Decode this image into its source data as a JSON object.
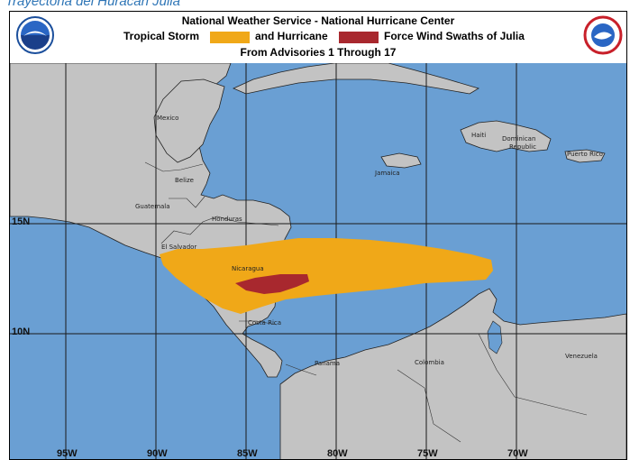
{
  "caption": "Trayectoria del Huracán Julia",
  "header": {
    "line1": "National Weather Service - National Hurricane Center",
    "legend_ts": "Tropical Storm",
    "legend_and": "and Hurricane",
    "legend_force": "Force Wind Swaths of Julia",
    "line3": "From Advisories 1 Through 17",
    "ts_color": "#f0a818",
    "hu_color": "#a8282e"
  },
  "logos": {
    "left": "noaa-logo",
    "right": "nws-logo"
  },
  "colors": {
    "ocean": "#6a9fd3",
    "land": "#c3c3c3",
    "border": "#222222"
  },
  "grid": {
    "lat_labels": [
      "15N",
      "10N"
    ],
    "lon_labels": [
      "95W",
      "90W",
      "85W",
      "80W",
      "75W",
      "70W"
    ]
  },
  "places": {
    "mexico": "Mexico",
    "belize": "Belize",
    "guatemala": "Guatemala",
    "honduras": "Honduras",
    "el_salvador": "El Salvador",
    "nicaragua": "Nicaragua",
    "costa_rica": "Costa Rica",
    "panama": "Panama",
    "colombia": "Colombia",
    "venezuela": "Venezuela",
    "jamaica": "Jamaica",
    "haiti": "Haiti",
    "dominican": "Dominican",
    "republic": "Republic",
    "puerto_rico": "Puerto Rico"
  }
}
